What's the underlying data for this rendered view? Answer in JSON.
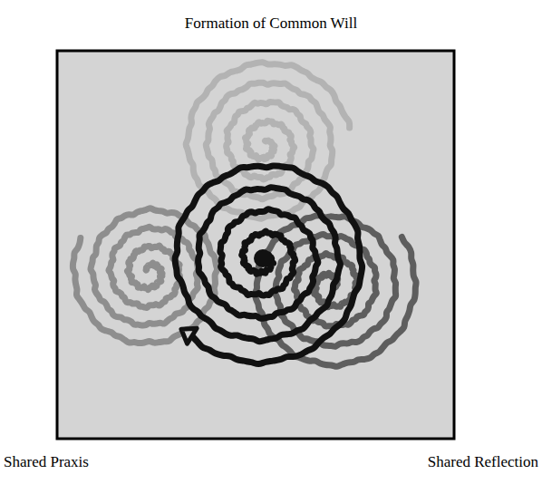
{
  "diagram": {
    "labels": [
      "Formation of Common Will",
      "Shared Praxis",
      "Shared Reflection"
    ]
  }
}
